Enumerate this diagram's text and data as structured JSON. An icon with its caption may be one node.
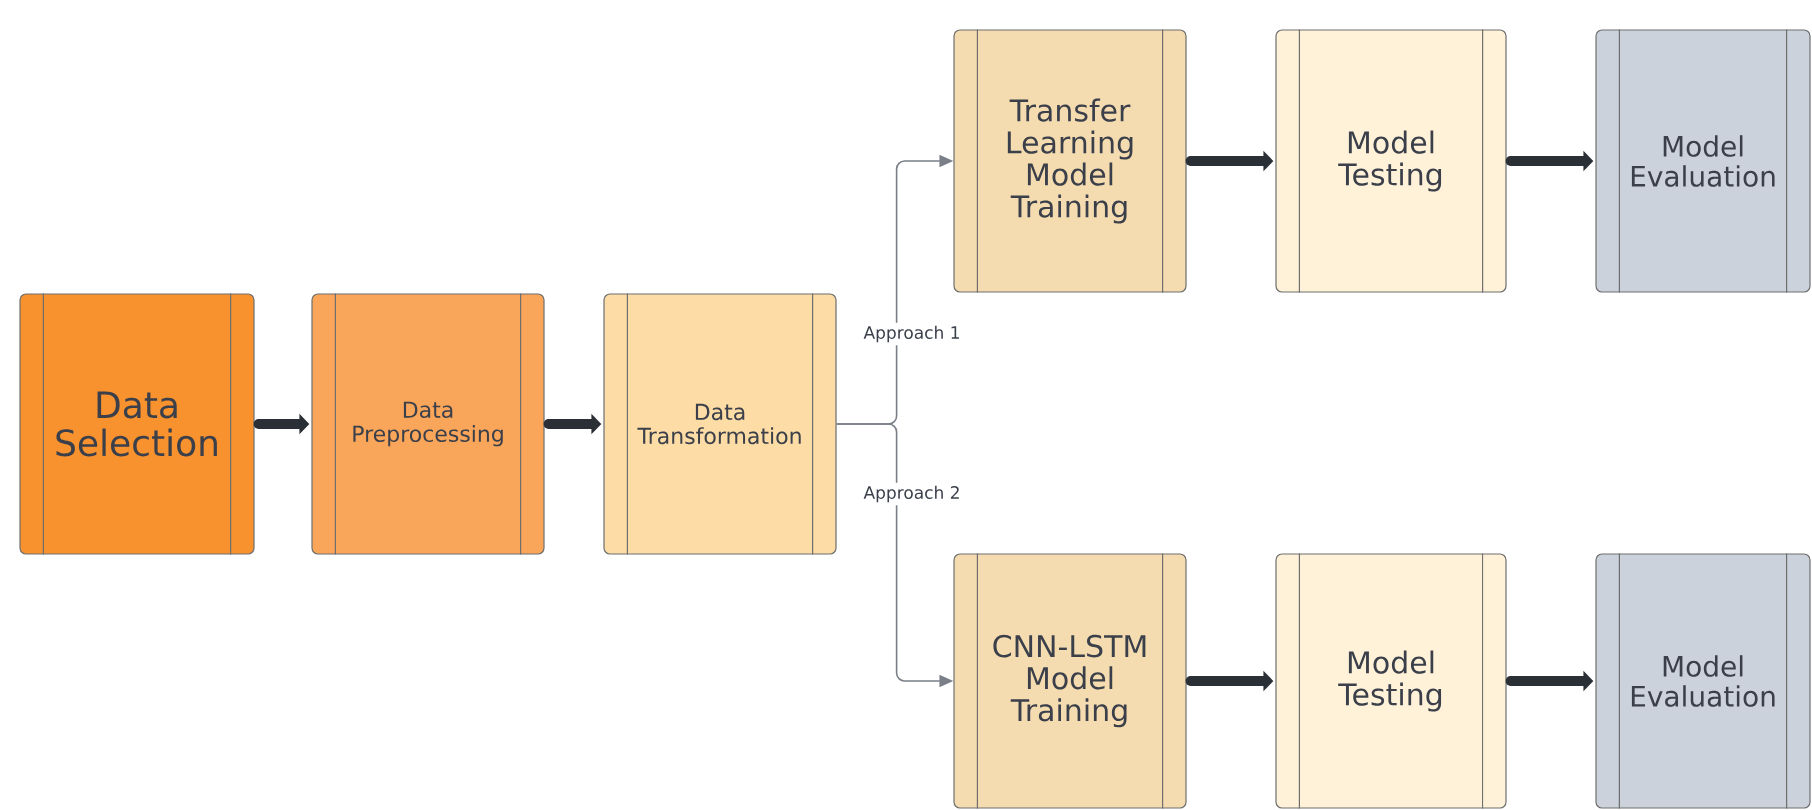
{
  "diagram": {
    "nodes": [
      {
        "text": [
          "Data Selection"
        ]
      },
      {
        "text": [
          "Data Preprocessing"
        ]
      },
      {
        "text": [
          "Data Transformation"
        ]
      },
      {
        "text": [
          "Transfer Learning Model Training"
        ]
      },
      {
        "text": [
          "Model Testing"
        ]
      },
      {
        "text": [
          "Model Evaluation"
        ]
      },
      {
        "text": [
          "CNN-LSTM Model Training"
        ]
      },
      {
        "text": [
          "Model Testing"
        ]
      },
      {
        "text": [
          "Model Evaluation"
        ]
      }
    ],
    "edges": [
      {
        "from": 0,
        "to": 1,
        "arrow": "to"
      },
      {
        "from": 1,
        "to": 2,
        "arrow": "to"
      },
      {
        "from": 2,
        "to": 3,
        "arrow": "to",
        "label": "Approach 1",
        "color": "#7a7f88"
      },
      {
        "from": 2,
        "to": 6,
        "arrow": "to",
        "label": "Approach 2",
        "color": "#7a7f88"
      },
      {
        "from": 3,
        "to": 4,
        "arrow": "to"
      },
      {
        "from": 4,
        "to": 5,
        "arrow": "to"
      },
      {
        "from": 6,
        "to": 7,
        "arrow": "to"
      },
      {
        "from": 7,
        "to": 8,
        "arrow": "to"
      }
    ]
  }
}
